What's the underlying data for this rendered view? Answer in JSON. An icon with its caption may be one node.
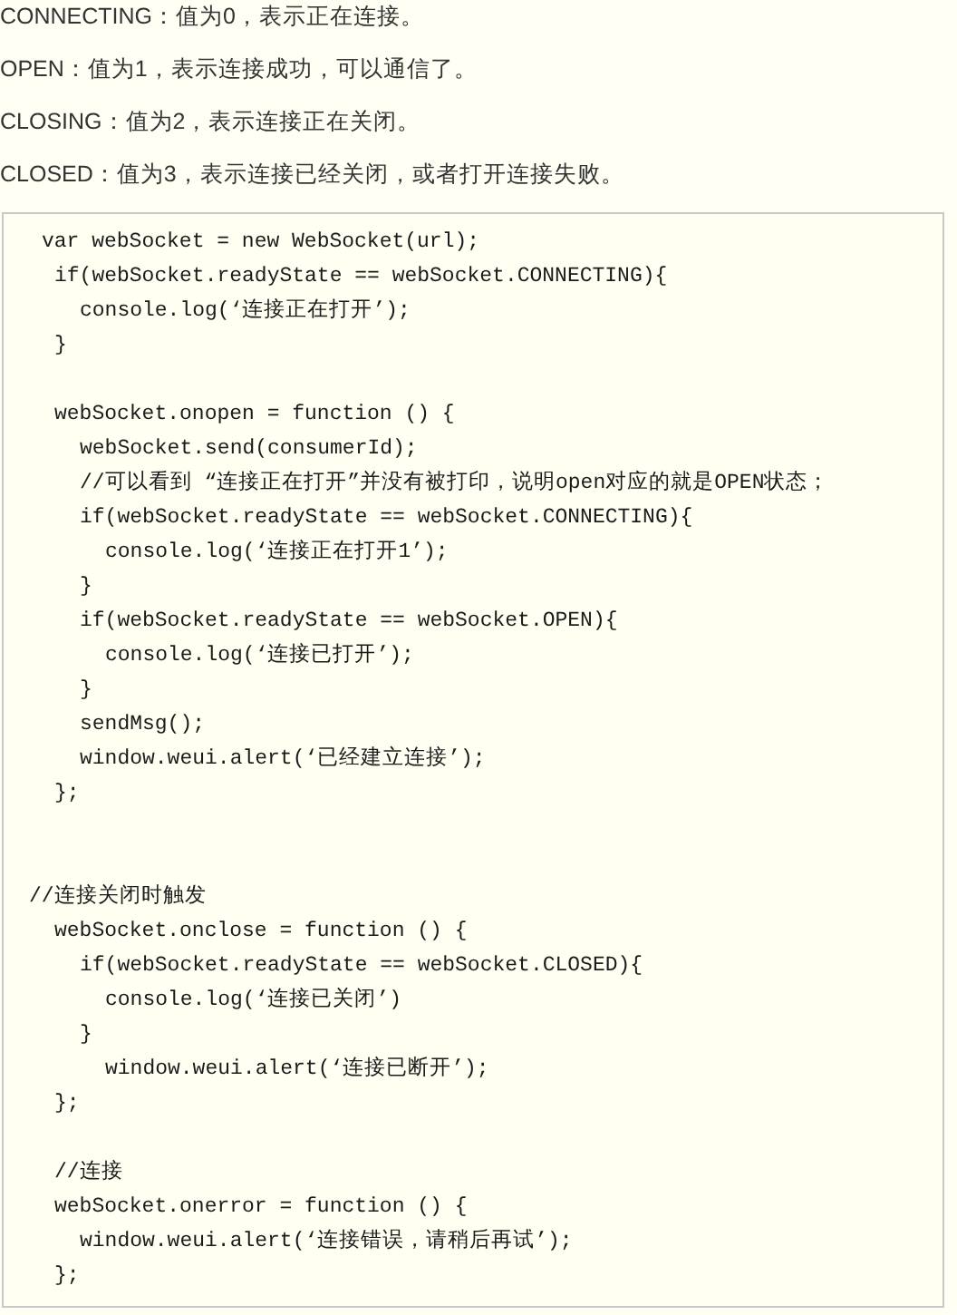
{
  "diagram": {
    "labels": [
      "CONNECTING：值为0，表示正在连接。",
      "OPEN：值为1，表示连接成功，可以通信了。",
      "CLOSING：值为2，表示连接正在关闭。",
      "CLOSED：值为3，表示连接已经关闭，或者打开连接失败。",
      "var webSocket = new WebSocket(url);",
      "if(webSocket.readyState == webSocket.CONNECTING){",
      "console.log(‘连接正在打开’);",
      "}",
      "webSocket.onopen = function () {",
      "webSocket.send(consumerId);",
      "//可以看到 “连接正在打开”并没有被打印，说明open对应的就是OPEN状态；",
      "if(webSocket.readyState == webSocket.CONNECTING){",
      "console.log(‘连接正在打开1’);",
      "}",
      "if(webSocket.readyState == webSocket.OPEN){",
      "console.log(‘连接已打开’);",
      "}",
      "sendMsg();",
      "window.weui.alert(‘已经建立连接’);",
      "};",
      "//连接关闭时触发",
      "webSocket.onclose = function () {",
      "if(webSocket.readyState == webSocket.CLOSED){",
      "console.log(‘连接已关闭’)",
      "}",
      "window.weui.alert(‘连接已断开’);",
      "};",
      "//连接",
      "webSocket.onerror = function () {",
      "window.weui.alert(‘连接错误，请稍后再试’);",
      "};"
    ]
  }
}
